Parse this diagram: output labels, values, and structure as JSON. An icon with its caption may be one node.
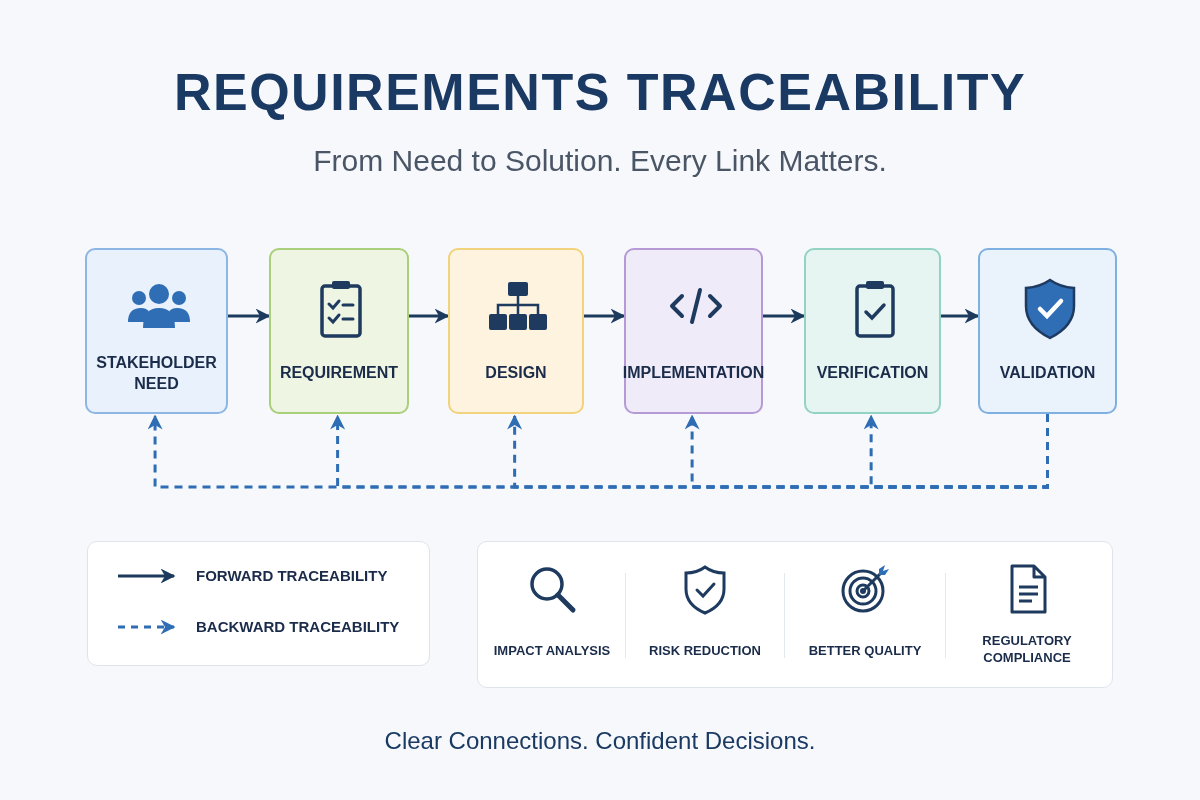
{
  "diagram": {
    "title": "REQUIREMENTS TRACEABILITY",
    "caption": "Clear Connections. Confident Decisions.",
    "nodes": [
      {
        "text": [
          "STAKEHOLDER NEED"
        ]
      },
      {
        "text": [
          "REQUIREMENT"
        ]
      },
      {
        "text": [
          "DESIGN"
        ]
      },
      {
        "text": [
          "IMPLEMENTATION"
        ]
      },
      {
        "text": [
          "VERIFICATION"
        ]
      },
      {
        "text": [
          "VALIDATION"
        ]
      }
    ],
    "edges": [
      {
        "from": 0,
        "to": 1,
        "arrow": "to"
      },
      {
        "from": 1,
        "to": 2,
        "arrow": "to"
      },
      {
        "from": 2,
        "to": 3,
        "arrow": "to"
      },
      {
        "from": 3,
        "to": 4,
        "arrow": "to"
      },
      {
        "from": 4,
        "to": 5,
        "arrow": "to"
      },
      {
        "from": 5,
        "to": 0,
        "arrow": "to",
        "style": "dashed",
        "color": "#2e6db4"
      },
      {
        "from": 5,
        "to": 1,
        "arrow": "to",
        "style": "dashed",
        "color": "#2e6db4"
      },
      {
        "from": 5,
        "to": 2,
        "arrow": "to",
        "style": "dashed",
        "color": "#2e6db4"
      },
      {
        "from": 5,
        "to": 3,
        "arrow": "to",
        "style": "dashed",
        "color": "#2e6db4"
      },
      {
        "from": 5,
        "to": 4,
        "arrow": "to",
        "style": "dashed",
        "color": "#2e6db4"
      }
    ],
    "labels": [
      "From Need to Solution. Every Link Matters.",
      "IMPACT ANALYSIS",
      "RISK REDUCTION",
      "BETTER QUALITY",
      "REGULATORY COMPLIANCE"
    ],
    "legend": [
      {
        "text": "FORWARD TRACEABILITY"
      },
      {
        "text": "BACKWARD TRACEABILITY"
      }
    ]
  }
}
